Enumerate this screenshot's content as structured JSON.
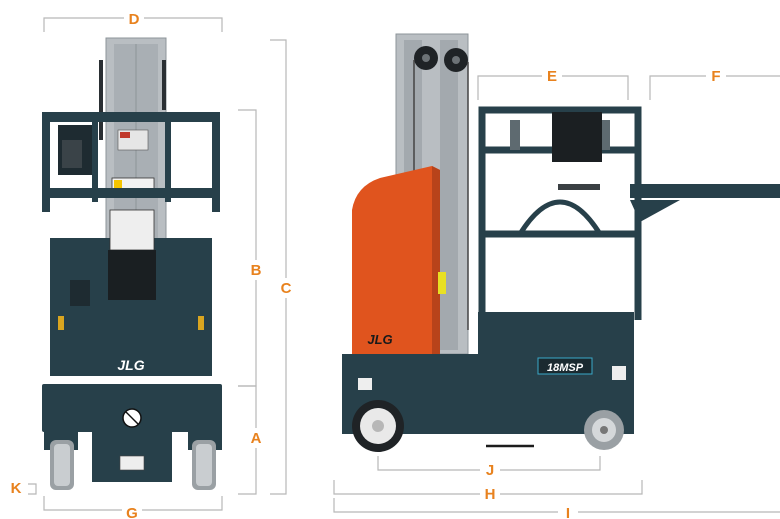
{
  "brand": {
    "logo_text": "JLG",
    "model_badge_text": "18MSP"
  },
  "colors": {
    "frame": "#27404a",
    "body_orange": "#e0541e",
    "mast_grey": "#b9bec2",
    "dimension_label": "#e8821e",
    "dimension_line": "#b8b8b8"
  },
  "dimensions": {
    "front_view": {
      "D": "D",
      "B": "B",
      "C": "C",
      "A": "A",
      "K": "K",
      "G": "G"
    },
    "side_view": {
      "E": "E",
      "F": "F",
      "J": "J",
      "H": "H",
      "I": "I"
    }
  }
}
